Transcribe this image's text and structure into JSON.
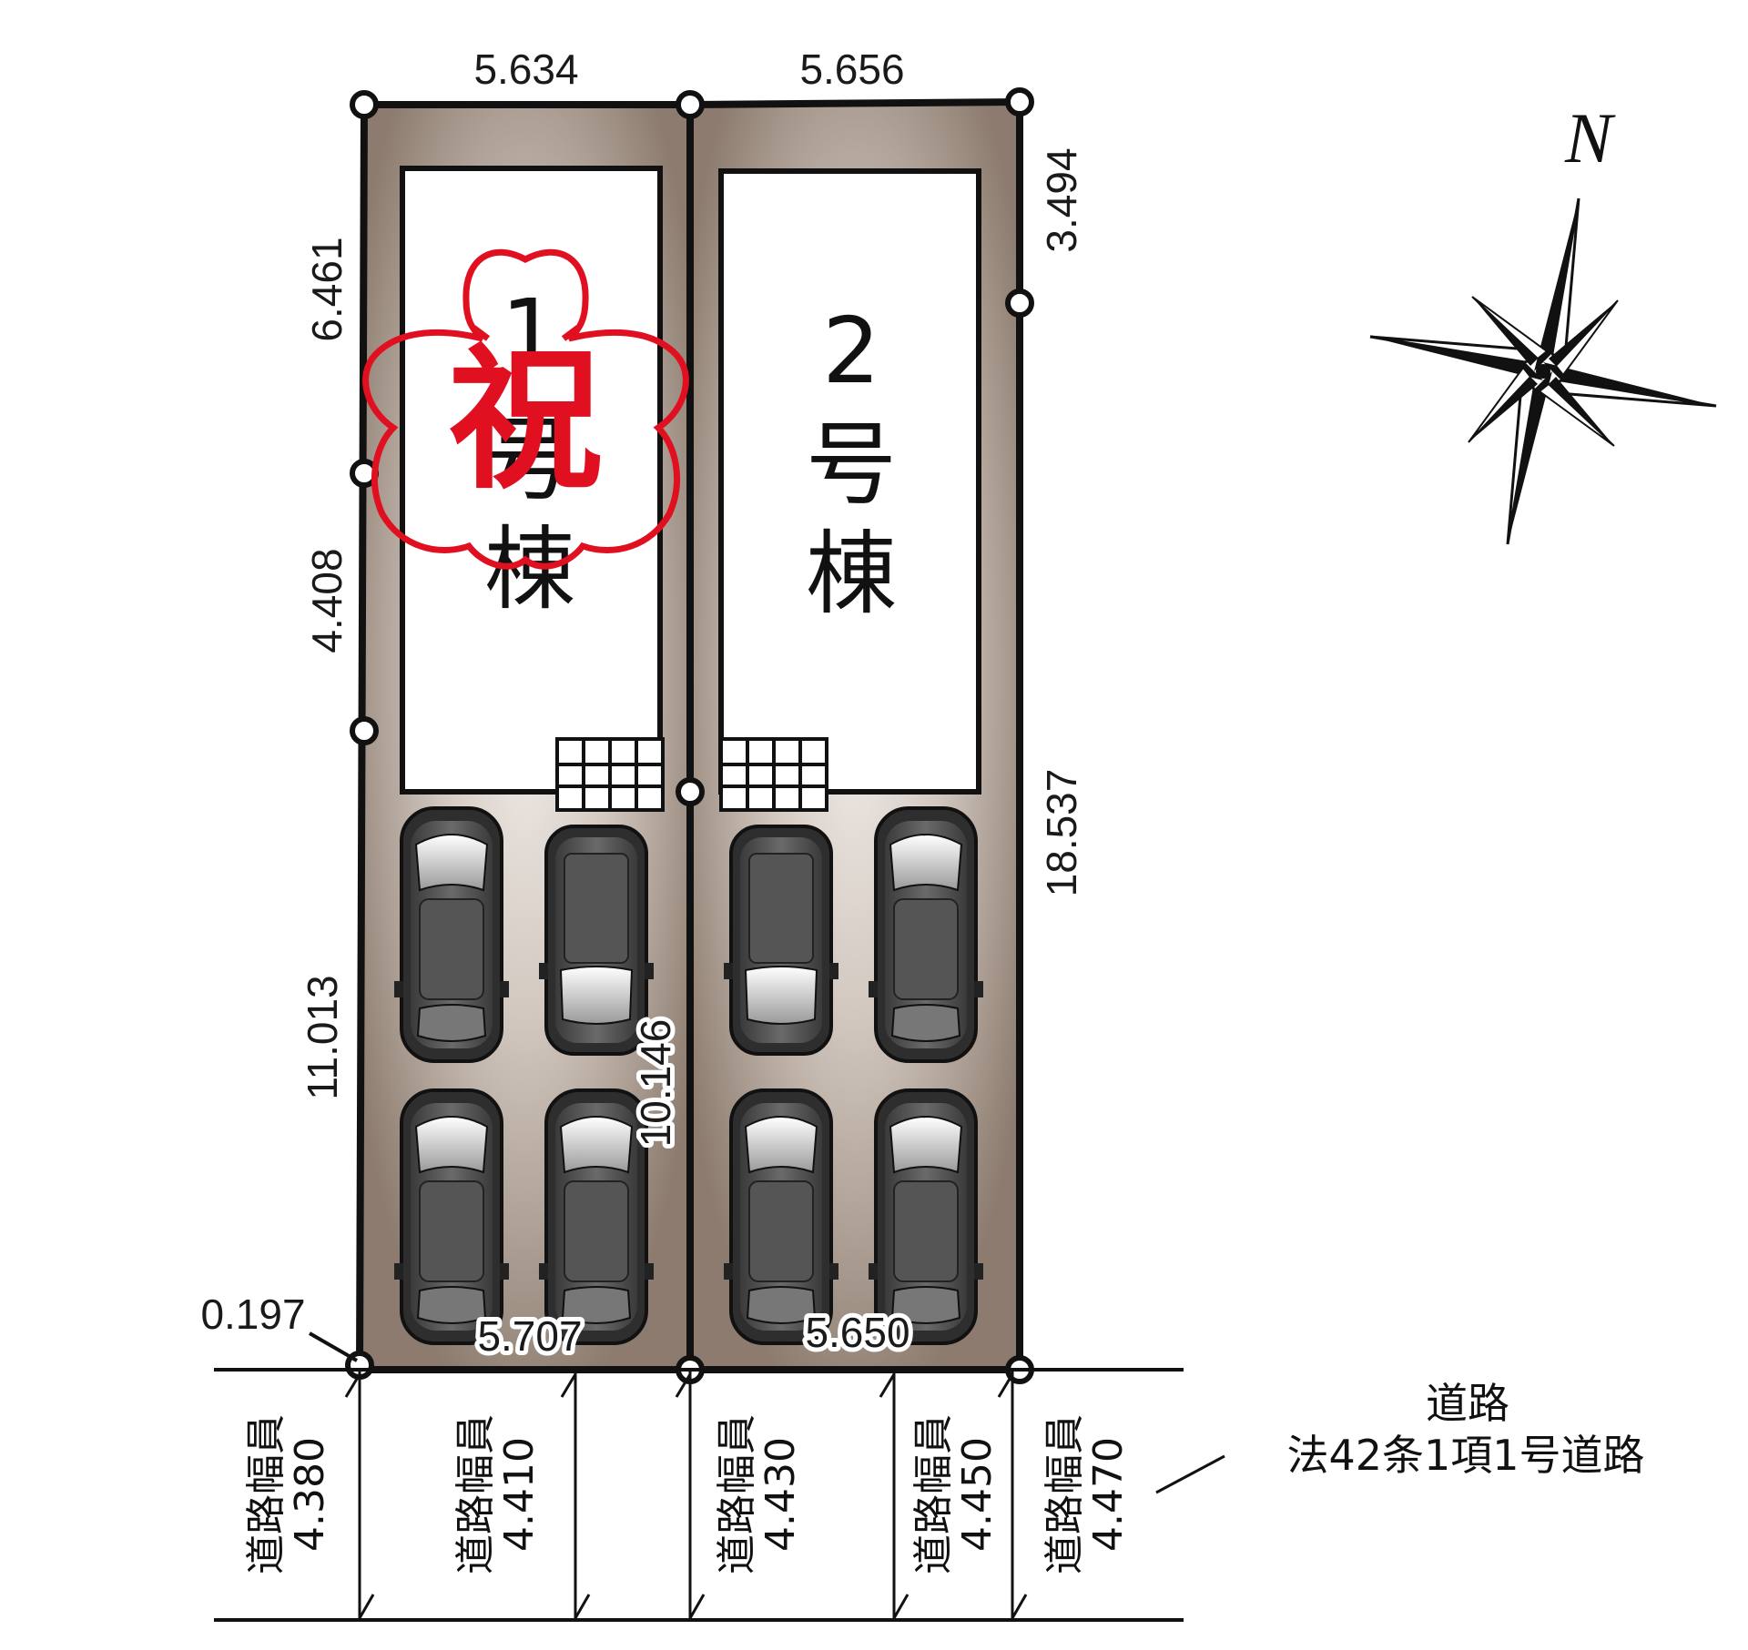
{
  "lots": [
    {
      "number": "1",
      "suffix_a": "号",
      "suffix_b": "棟"
    },
    {
      "number": "2",
      "suffix_a": "号",
      "suffix_b": "棟"
    }
  ],
  "dimensions": {
    "top_left": "5.634",
    "top_right": "5.656",
    "left_upper": "6.461",
    "left_middle": "4.408",
    "left_lower": "11.013",
    "right_upper": "3.494",
    "right_lower": "18.537",
    "center_divider": "10.146",
    "bottom_left": "5.707",
    "bottom_right": "5.650",
    "corner_offset": "0.197"
  },
  "road": {
    "title": "道路",
    "classification": "法42条1項1号道路",
    "width_label": "道路幅員",
    "widths": [
      "4.380",
      "4.410",
      "4.430",
      "4.450",
      "4.470"
    ]
  },
  "stamp": {
    "text": "祝",
    "color": "#e01020"
  },
  "compass": {
    "north_label": "N",
    "icon": "compass-rose-icon"
  },
  "colors": {
    "lot_fill": "#8c7b6e",
    "stamp_red": "#e01020",
    "outline": "#1a1a1a"
  }
}
